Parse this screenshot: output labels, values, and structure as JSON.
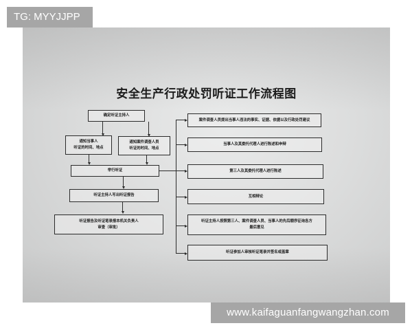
{
  "watermarks": {
    "top_left": "TG: MYYJJPP",
    "bottom_right": "www.kaifaguanfangwangzhan.com"
  },
  "flowchart": {
    "title": "安全生产行政处罚听证工作流程图",
    "left_steps": {
      "determine_host": "确定听证主持人",
      "notify_party": {
        "line1": "通知当事人",
        "line2": "听证的时间、地点"
      },
      "notify_investigator": {
        "line1": "通知案件调查人员",
        "line2": "听证的时间、地点"
      },
      "hold_hearing": "举行听证",
      "write_report": "听证主持人写出听证报告",
      "submit_report": {
        "line1": "听证报告及听证笔录报本机关负责人",
        "line2": "审查（审批）"
      }
    },
    "right_steps": [
      {
        "line1": "案件调查人员提出当事人违法的事实、证据、依据以及行政处罚建议",
        "line2": ""
      },
      {
        "line1": "当事人及其委托代理人进行陈述和申辩",
        "line2": ""
      },
      {
        "line1": "第三人及其委托代理人进行陈述",
        "line2": ""
      },
      {
        "line1": "互相辩论",
        "line2": ""
      },
      {
        "line1": "听证主持人按照第三人、案件调查人员、当事人的先后顺序征询各方",
        "line2": "最后意见"
      },
      {
        "line1": "听证参加人审核听证笔录并签名或盖章",
        "line2": ""
      }
    ]
  }
}
